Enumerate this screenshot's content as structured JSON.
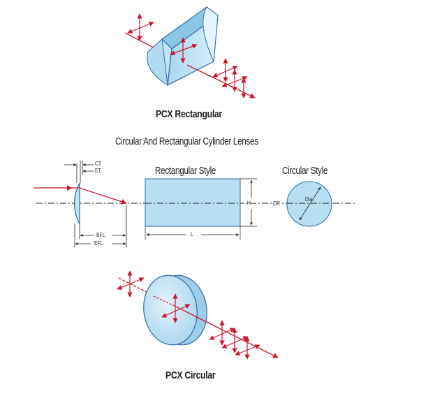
{
  "captions": {
    "rect_title": "PCX Rectangular",
    "subtitle": "Circular And Rectangular Cylinder Lenses",
    "rect_style": "Rectangular Style",
    "circ_style": "Circular Style",
    "circ_title": "PCX Circular"
  },
  "dimensions": {
    "ct": "CT",
    "et": "ET",
    "bfl": "BFL",
    "efl": "EFL",
    "h": "H",
    "l": "L",
    "or": "OR",
    "dia": "Dia."
  },
  "colors": {
    "lens_fill": "#bfe3f4",
    "lens_stroke": "#2c6aa8",
    "lens_face": "#d8eef9",
    "ray": "#c9172c",
    "line": "#222222"
  }
}
